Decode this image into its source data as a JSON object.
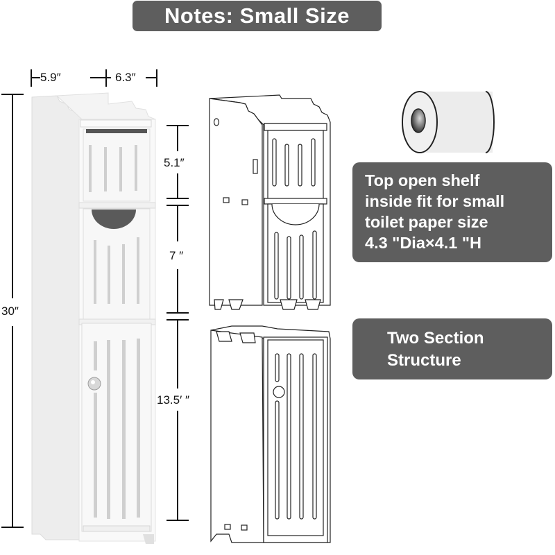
{
  "banner": {
    "title": "Notes: Small Size"
  },
  "dimensions": {
    "width": "5.9″",
    "depth": "6.3″",
    "total_height": "30″",
    "section_top": "5.1″",
    "section_middle": "7 ″",
    "section_bottom": "13.5′ ″"
  },
  "callouts": {
    "top_shelf": {
      "lines": [
        "Top open shelf",
        "inside fit for small",
        "toilet paper size",
        "4.3 \"Dia×4.1 \"H"
      ]
    },
    "structure": {
      "lines": [
        "Two Section",
        "Structure"
      ]
    }
  },
  "icons": {
    "toilet_paper": "toilet-paper-roll-icon",
    "cabinet_photo": "white-cabinet-photo",
    "upper_section_drawing": "upper-section-line-drawing",
    "lower_section_drawing": "lower-section-line-drawing"
  },
  "colors": {
    "callout_bg": "#5e5e5e",
    "callout_text": "#ffffff",
    "dimension_line": "#111111",
    "cabinet_white": "#f7f7f7",
    "cabinet_shadow": "#d9d9d9",
    "slot_gray": "#cfcfcf",
    "cutout_dark": "#5a5a5a"
  }
}
